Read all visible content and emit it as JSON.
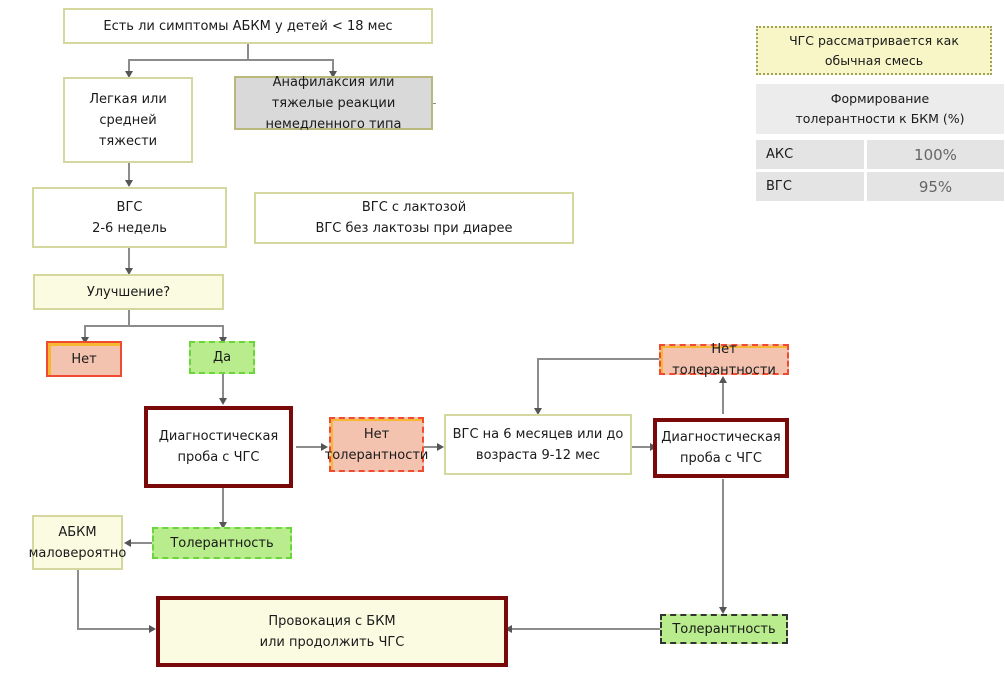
{
  "nodes": {
    "question_symptoms": "Есть ли симптомы АБКМ у детей < 18 мес",
    "mild_moderate": [
      "Легкая или",
      "средней",
      "тяжести"
    ],
    "anaphylaxis": [
      "Анафилаксия или",
      "тяжелые реакции",
      "немедленного типа"
    ],
    "vgs_duration": [
      "ВГС",
      "2-6 недель"
    ],
    "vgs_lactose_note": [
      "ВГС с лактозой",
      "ВГС без лактозы при диарее"
    ],
    "improvement_question": "Улучшение?",
    "no": "Нет",
    "yes": "Да",
    "diag_trial_1": [
      "Диагностическая",
      "проба с ЧГС"
    ],
    "no_tolerance_1": [
      "Нет",
      "толерантности"
    ],
    "vgs_6_months": [
      "ВГС на 6 месяцев или до",
      "возраста 9-12 мес"
    ],
    "no_tolerance_2": "Нет толерантности",
    "diag_trial_2": [
      "Диагностическая",
      "проба с ЧГС"
    ],
    "abkm_unlikely": [
      "АБКМ",
      "маловероятно"
    ],
    "tolerance_1": "Толерантность",
    "provocation": [
      "Провокация с БКМ",
      "или продолжить ЧГС"
    ],
    "tolerance_2": "Толерантность"
  },
  "side_panel": {
    "note": [
      "ЧГС рассматривается как",
      "обычная смесь"
    ],
    "table_header": [
      "Формирование",
      "толерантности к БКМ (%)"
    ],
    "rows": [
      {
        "label": "АКС",
        "value": "100%"
      },
      {
        "label": "ВГС",
        "value": "95%"
      }
    ]
  }
}
